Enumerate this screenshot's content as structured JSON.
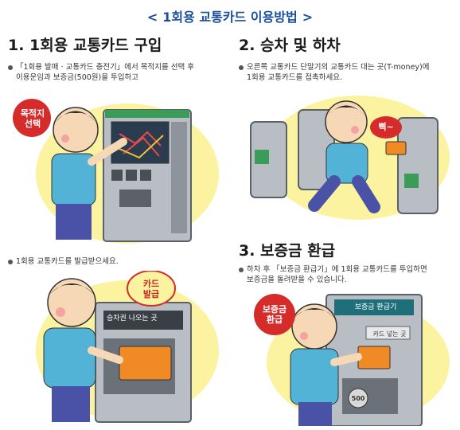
{
  "title": {
    "left_arrow": "<",
    "text": "1회용 교통카드 이용방법",
    "right_arrow": ">"
  },
  "steps": [
    {
      "heading": "1. 1회용 교통카드 구입",
      "desc_line1": "「1회용 발매 · 교통카드 충전기」에서 목적지를 선택 후",
      "desc_line2": "이용운임과 보증금(500원)을 투입하고",
      "bubble": "목적지\n선택"
    },
    {
      "heading": "2. 승차 및 하차",
      "desc_line1": "오른쪽 교통카드 단말기의 교통카드 대는 곳(T-money)에",
      "desc_line2": "1회용 교통카드를 접촉하세요.",
      "bubble": "삑~"
    },
    {
      "heading": "",
      "desc_line1": "1회용 교통카드를 발급받으세요.",
      "desc_line2": "",
      "bubble": "카드\n발급",
      "machine_label": "승차권 나오는 곳"
    },
    {
      "heading": "3. 보증금 환급",
      "desc_line1": "하차 후 「보증금 환급기」에 1회용 교통카드를 투입하면",
      "desc_line2": "보증금을 돌려받을 수 있습니다.",
      "bubble": "보증금\n환급",
      "machine_label": "보증금 환급기",
      "slot_label": "카드 넣는 곳",
      "coin_label": "500"
    }
  ],
  "colors": {
    "title": "#1a4f9c",
    "yellow_bg": "#fbf3a0",
    "machine": "#b9bec4",
    "machine_dark": "#5b6168",
    "screen": "#2b3c4f",
    "shirt": "#53b3d6",
    "pants": "#4a52a8",
    "bubble_red": "#d62b2b",
    "card_orange": "#f08a24"
  }
}
